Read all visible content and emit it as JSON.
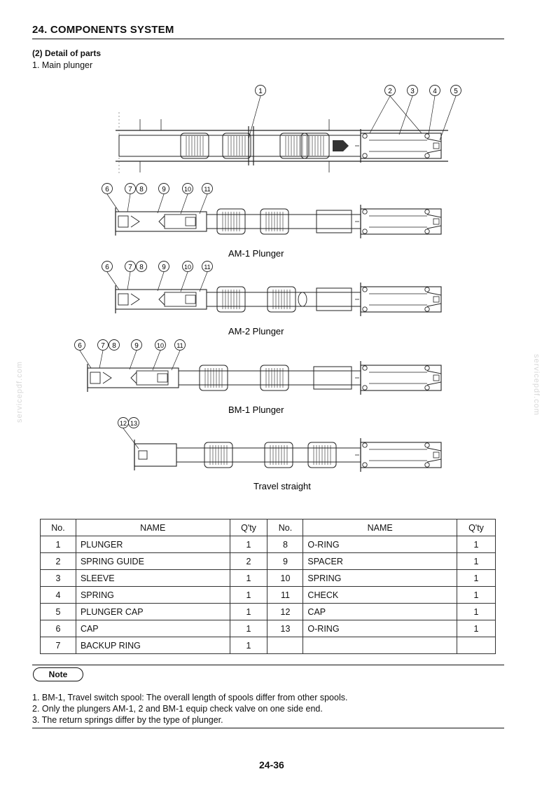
{
  "header": {
    "section_title": "24. COMPONENTS SYSTEM",
    "subsection": "(2)  Detail of parts",
    "item": "1.  Main plunger"
  },
  "drawing": {
    "callouts_top": [
      "1",
      "2",
      "3",
      "4",
      "5"
    ],
    "callouts_am": [
      "6",
      "7",
      "8",
      "9",
      "10",
      "11"
    ],
    "callouts_ts": [
      "12",
      "13"
    ],
    "captions": {
      "am1": "AM-1  Plunger",
      "am2": "AM-2  Plunger",
      "bm1": "BM-1  Plunger",
      "travel": "Travel straight"
    }
  },
  "watermark": "servicepdf.com",
  "parts_table": {
    "headers": [
      "No.",
      "NAME",
      "Q'ty",
      "No.",
      "NAME",
      "Q'ty"
    ],
    "rows": [
      [
        "1",
        "PLUNGER",
        "1",
        "8",
        "O-RING",
        "1"
      ],
      [
        "2",
        "SPRING GUIDE",
        "2",
        "9",
        "SPACER",
        "1"
      ],
      [
        "3",
        "SLEEVE",
        "1",
        "10",
        "SPRING",
        "1"
      ],
      [
        "4",
        "SPRING",
        "1",
        "11",
        "CHECK",
        "1"
      ],
      [
        "5",
        "PLUNGER CAP",
        "1",
        "12",
        "CAP",
        "1"
      ],
      [
        "6",
        "CAP",
        "1",
        "13",
        "O-RING",
        "1"
      ],
      [
        "7",
        "BACKUP RING",
        "1",
        "",
        "",
        ""
      ]
    ]
  },
  "note": {
    "label": "Note",
    "lines": [
      "1. BM-1, Travel switch spool: The overall length of spools differ from other spools.",
      "2. Only the plungers AM-1, 2 and BM-1 equip check valve on one side end.",
      "3. The return springs differ by the type of plunger."
    ]
  },
  "footer": {
    "page_number": "24-36"
  }
}
